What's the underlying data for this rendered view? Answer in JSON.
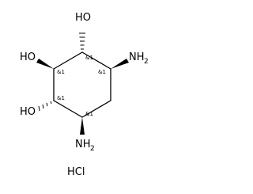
{
  "molecule": {
    "atoms": {
      "oh_top": "HO",
      "oh_left": "HO",
      "oh_bottom_left": "HO",
      "nh2_right": "NH",
      "nh2_right_sub": "2",
      "nh2_bottom": "NH",
      "nh2_bottom_sub": "2"
    },
    "stereo_labels": {
      "c1": "&1",
      "c2": "&1",
      "c3": "&1",
      "c4": "&1",
      "c5": "&1"
    },
    "salt": "HCl"
  }
}
